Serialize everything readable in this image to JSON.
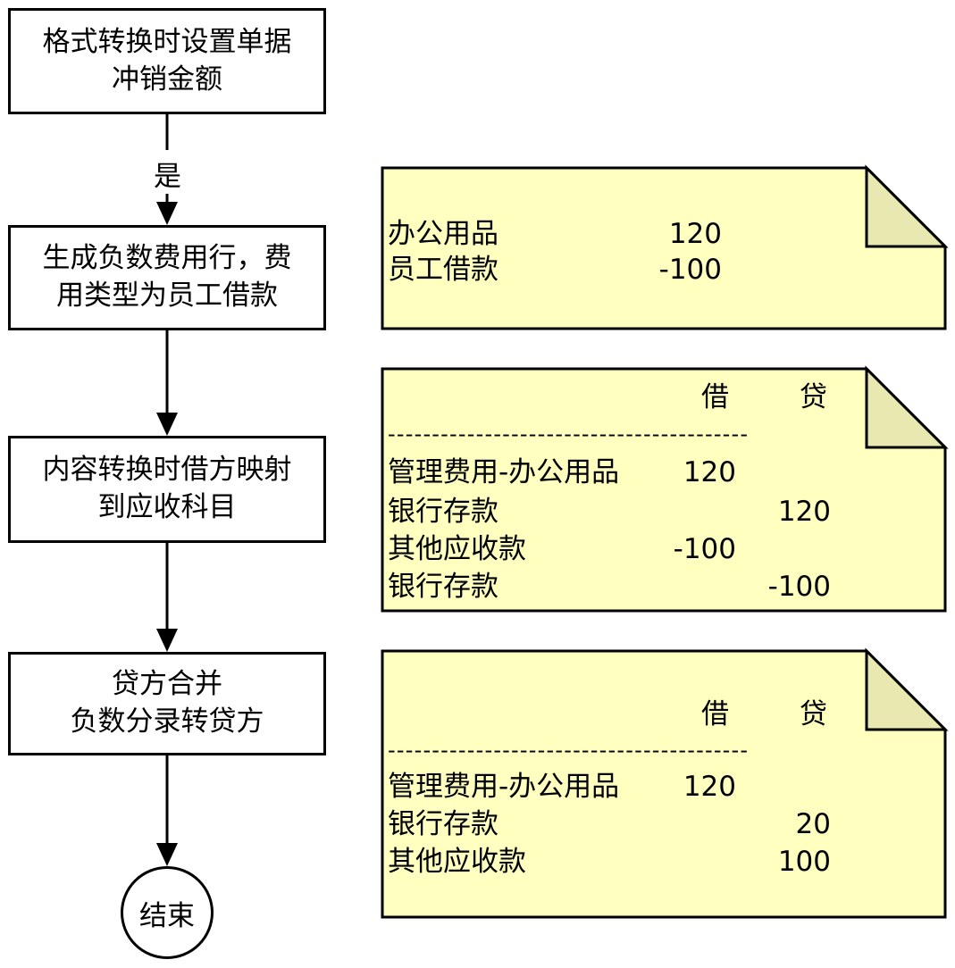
{
  "flow": {
    "step1": [
      "格式转换时设置单据",
      "冲销金额"
    ],
    "label_yes": "是",
    "step2": [
      "生成负数费用行，费",
      "用类型为员工借款"
    ],
    "step3": [
      "内容转换时借方映射",
      "到应收科目"
    ],
    "step4": [
      "贷方合并",
      "负数分录转贷方"
    ],
    "end": "结束"
  },
  "notes": {
    "note1": {
      "rows": [
        {
          "name": "办公用品",
          "amount": "120"
        },
        {
          "name": "员工借款",
          "amount": "-100"
        }
      ]
    },
    "note2": {
      "header_debit": "借",
      "header_credit": "贷",
      "divider": "-----------------------------------------",
      "rows": [
        {
          "name": "管理费用-办公用品",
          "debit": "120",
          "credit": ""
        },
        {
          "name": "银行存款",
          "debit": "",
          "credit": "120"
        },
        {
          "name": "其他应收款",
          "debit": "-100",
          "credit": ""
        },
        {
          "name": "银行存款",
          "debit": "",
          "credit": "-100"
        }
      ]
    },
    "note3": {
      "header_debit": "借",
      "header_credit": "贷",
      "divider": "-----------------------------------------",
      "rows": [
        {
          "name": "管理费用-办公用品",
          "debit": "120",
          "credit": ""
        },
        {
          "name": "银行存款",
          "debit": "",
          "credit": "20"
        },
        {
          "name": "其他应收款",
          "debit": "",
          "credit": "100"
        }
      ]
    }
  },
  "colors": {
    "note_fill": "#ffffc0",
    "note_fold": "#e8e8b0",
    "stroke": "#000000"
  }
}
